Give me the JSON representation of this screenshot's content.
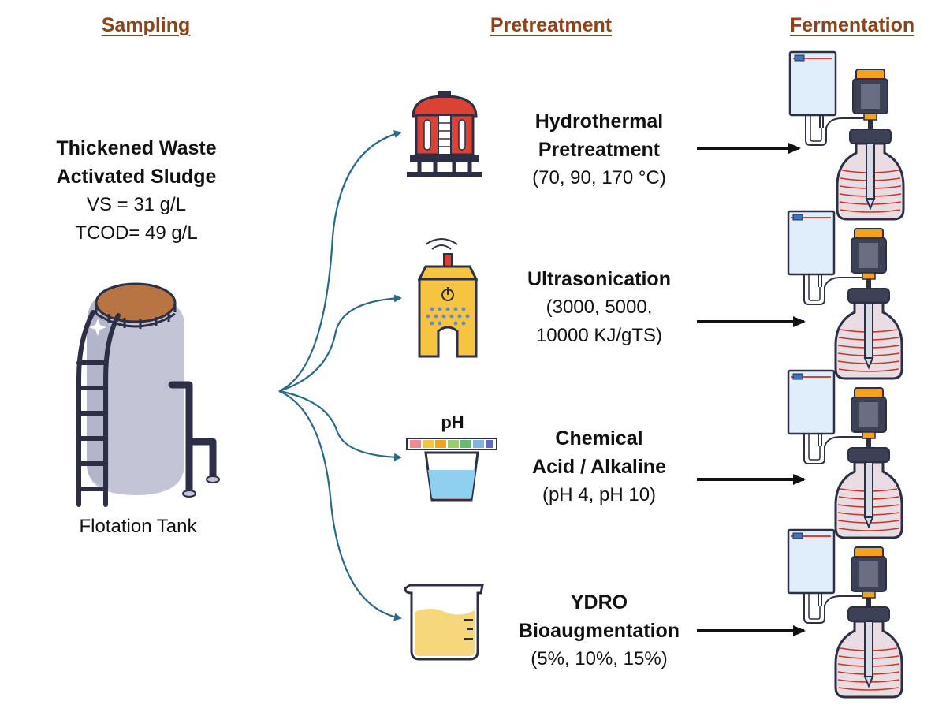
{
  "headers": {
    "sampling": "Sampling",
    "pretreatment": "Pretreatment",
    "fermentation": "Fermentation"
  },
  "sample": {
    "title_line1": "Thickened Waste",
    "title_line2": "Activated Sludge",
    "vs": "VS = 31 g/L",
    "tcod": "TCOD= 49 g/L",
    "tank_label": "Flotation Tank"
  },
  "pretreatments": [
    {
      "title_line1": "Hydrothermal",
      "title_line2": "Pretreatment",
      "detail_line1": "(70, 90, 170 °C)",
      "detail_line2": "",
      "icon": "reactor-icon"
    },
    {
      "title_line1": "Ultrasonication",
      "title_line2": "",
      "detail_line1": "(3000, 5000,",
      "detail_line2": "10000 KJ/gTS)",
      "icon": "ultrasonicator-icon"
    },
    {
      "title_line1": "Chemical",
      "title_line2": "Acid / Alkaline",
      "detail_line1": "(pH 4, pH 10)",
      "detail_line2": "",
      "icon": "ph-strip-icon"
    },
    {
      "title_line1": "YDRO",
      "title_line2": "Bioaugmentation",
      "detail_line1": "(5%, 10%, 15%)",
      "detail_line2": "",
      "icon": "beaker-icon"
    }
  ],
  "ph_label": "pH",
  "colors": {
    "header": "#8e4218",
    "connector": "#2b6a86",
    "arrow": "#111111",
    "tank_body": "#c3c5d6",
    "tank_dark": "#2c2f45",
    "sludge": "#b87442",
    "reactor_red": "#d94234",
    "sonicator_yellow": "#f5c542",
    "beaker_liquid": "#f6d77b",
    "cup_water": "#8fd0f0",
    "fermenter_orange": "#f3a31b"
  }
}
